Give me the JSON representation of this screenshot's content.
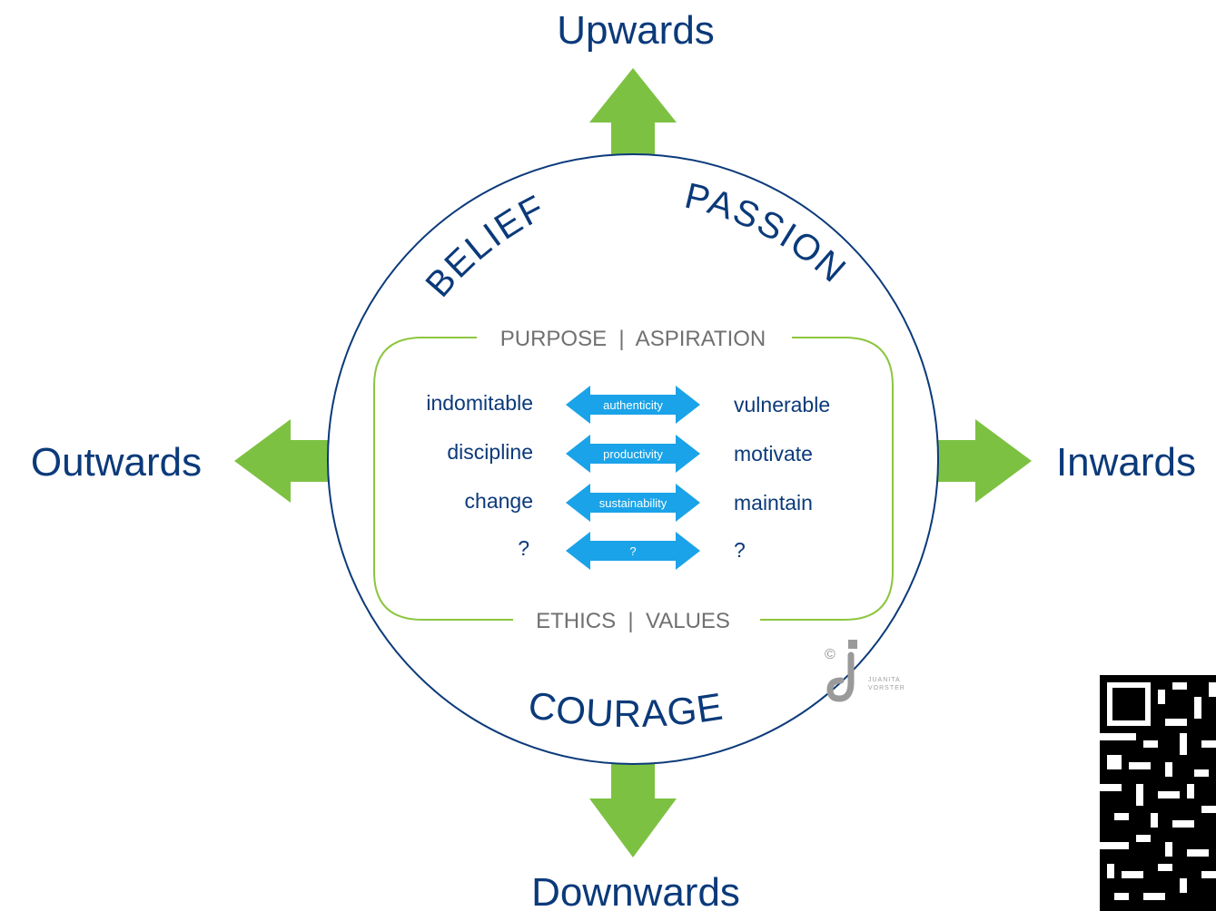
{
  "directions": {
    "up": "Upwards",
    "left": "Outwards",
    "right": "Inwards",
    "down": "Downwards"
  },
  "circle_words": {
    "belief": "BELIEF",
    "passion": "PASSION",
    "courage": "COURAGE"
  },
  "frame": {
    "top": "PURPOSE  |  ASPIRATION",
    "bottom": "ETHICS  |  VALUES"
  },
  "rows": [
    {
      "left": "indomitable",
      "middle": "authenticity",
      "right": "vulnerable"
    },
    {
      "left": "discipline",
      "middle": "productivity",
      "right": "motivate"
    },
    {
      "left": "change",
      "middle": "sustainability",
      "right": "maintain"
    },
    {
      "left": "?",
      "middle": "?",
      "right": "?"
    }
  ],
  "logo": {
    "copyright": "©",
    "name_line1": "JUANITA",
    "name_line2": "VORSTER"
  },
  "colors": {
    "green_arrow": "#7dc142",
    "dark_blue": "#0b3a7a",
    "light_blue": "#1aa3e8",
    "frame_green": "#8cc63f",
    "gray": "#707070"
  }
}
